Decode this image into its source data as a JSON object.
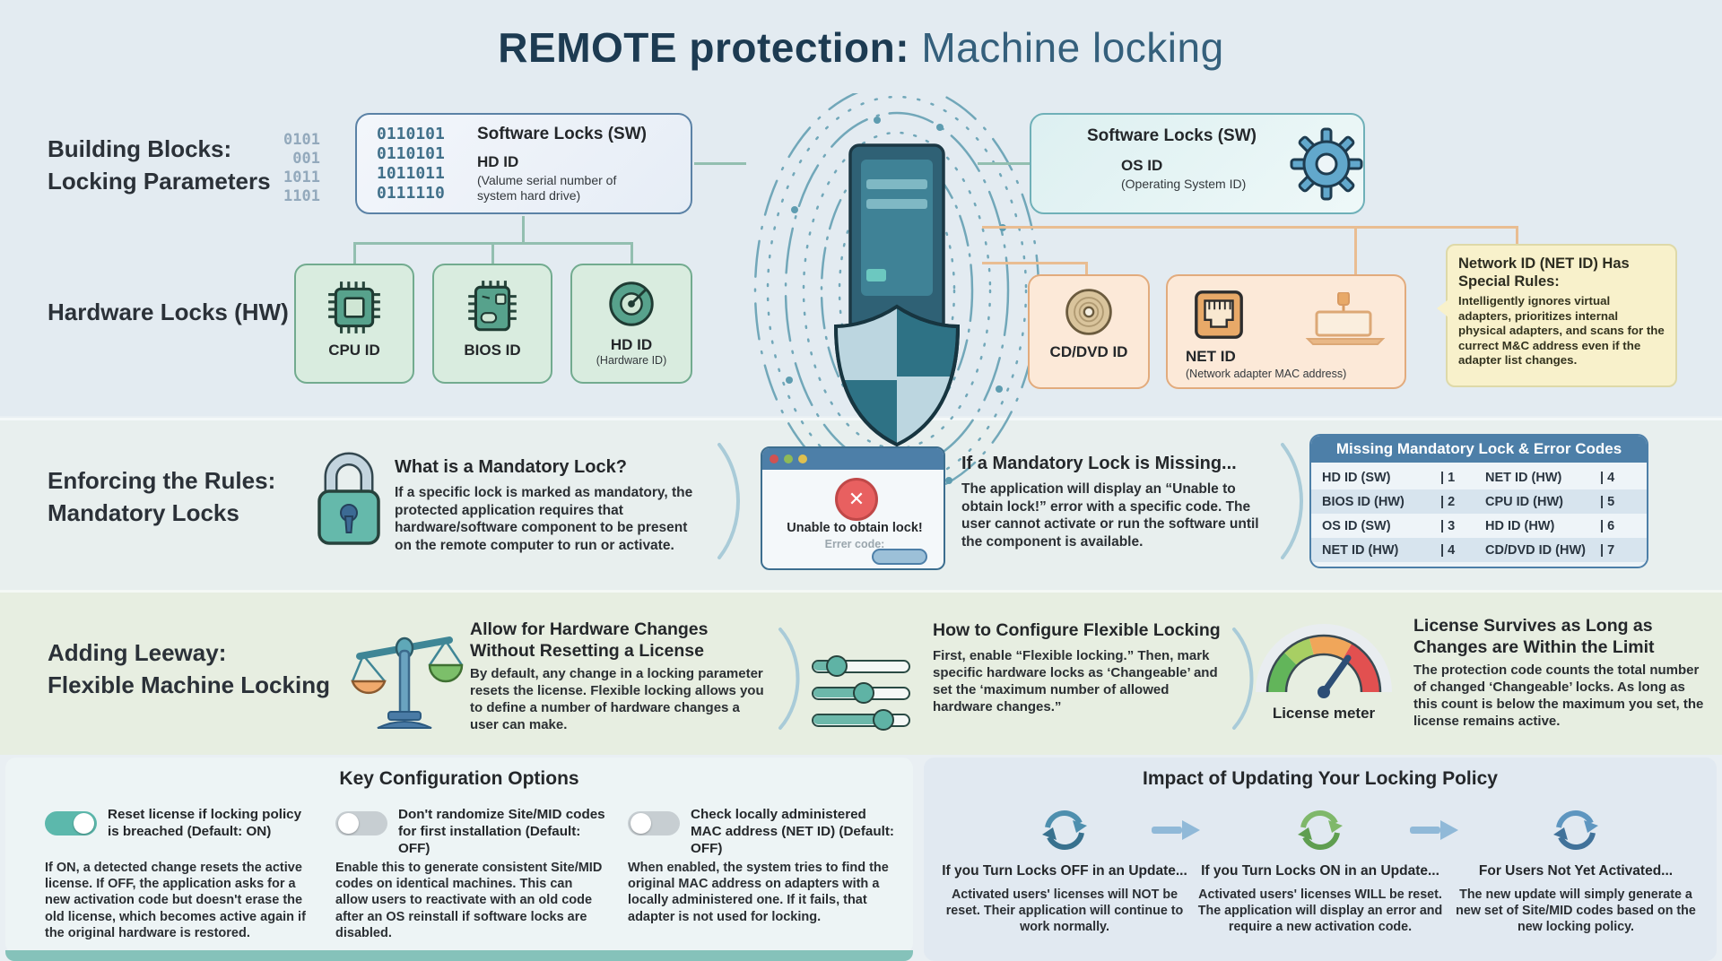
{
  "title": {
    "lead": "REMOTE protection:",
    "tail": " Machine locking"
  },
  "colors": {
    "accent_teal": "#2a7d8c",
    "title_navy": "#1d3b52",
    "table_header_blue": "#4d7fa8",
    "hw_green": "#72ab8f",
    "peripheral_orange": "#e2ab7d",
    "callout_yellow": "#f8f1cb",
    "toggle_on": "#5cb8ac",
    "toggle_off": "#c7ced2",
    "error_red": "#e86060"
  },
  "icons": [
    "binary-decor",
    "cpu-chip-icon",
    "bios-chip-icon",
    "hard-drive-icon",
    "gear-icon",
    "fingerprint-shield-illustration",
    "cd-dvd-icon",
    "ethernet-port-icon",
    "laptop-icon",
    "padlock-icon",
    "error-dialog",
    "chevron-separator-icon",
    "scales-icon",
    "sliders-icon",
    "gauge-icon",
    "toggle-switch",
    "refresh-arrows-icon",
    "arrow-right-icon"
  ],
  "bb": {
    "label1": "Building Blocks:",
    "label2": "Locking Parameters",
    "decor": [
      "0101",
      "001",
      "1011",
      "1101"
    ],
    "sw_hd": {
      "binary": [
        "0110101",
        "0110101",
        "1011011",
        "0111110"
      ],
      "heading": "Software Locks (SW)",
      "item": "HD ID",
      "note": "(Valume serial number of system hard drive)"
    },
    "sw_os": {
      "heading": "Software Locks (SW)",
      "item": "OS ID",
      "note": "(Operating System ID)"
    },
    "hw_label": "Hardware Locks (HW)",
    "hw": [
      {
        "label": "CPU ID"
      },
      {
        "label": "BIOS ID"
      },
      {
        "label": "HD ID",
        "note": "(Hardware ID)"
      }
    ],
    "periph": [
      {
        "label": "CD/DVD ID"
      },
      {
        "label": "NET ID",
        "note": "(Network adapter MAC address)"
      }
    ],
    "callout": {
      "heading": "Network ID (NET ID) Has Special Rules:",
      "body": "Intelligently ignores virtual adapters, prioritizes internal physical adapters, and scans for the currect M&C address even if the adapter list changes."
    }
  },
  "md": {
    "label1": "Enforcing the Rules:",
    "label2": "Mandatory Locks",
    "what": {
      "heading": "What is a Mandatory Lock?",
      "body": "If a specific lock is marked as mandatory, the protected application requires that hardware/software component to be present on the remote computer to run or activate."
    },
    "dialog": {
      "message": "Unable to obtain lock!",
      "sub": "Errer code:"
    },
    "missing": {
      "heading": "If a Mandatory Lock is Missing...",
      "body": "The application will display an “Unable to obtain lock!” error with a specific code. The user cannot activate or run the software until the component is available."
    },
    "table": {
      "title": "Missing Mandatory Lock & Error Codes",
      "rows": [
        {
          "l_name": "HD ID (SW)",
          "l_code": "| 1",
          "r_name": "NET ID (HW)",
          "r_code": "| 4"
        },
        {
          "l_name": "BIOS ID (HW)",
          "l_code": "| 2",
          "r_name": "CPU ID (HW)",
          "r_code": "| 5"
        },
        {
          "l_name": "OS ID (SW)",
          "l_code": "| 3",
          "r_name": "HD ID (HW)",
          "r_code": "| 6"
        },
        {
          "l_name": "NET ID (HW)",
          "l_code": "| 4",
          "r_name": "CD/DVD ID (HW)",
          "r_code": "| 7"
        }
      ]
    }
  },
  "fx": {
    "label1": "Adding Leeway:",
    "label2": "Flexible Machine Locking",
    "allow": {
      "heading": "Allow for Hardware Changes Without Resetting a License",
      "body": "By default, any change in a locking parameter resets the license. Flexible locking allows you to define a number of hardware changes a user can make."
    },
    "config": {
      "heading": "How to Configure Flexible Locking",
      "body": "First, enable “Flexible locking.” Then, mark specific hardware locks as ‘Changeable’ and set the ‘maximum number of allowed hardware changes.”"
    },
    "survive": {
      "heading": "License Survives as Long as Changes are Within the Limit",
      "body": "The protection code counts the total number of changed ‘Changeable’ locks. As long as this count is below the maximum you set, the license remains active."
    },
    "meter_label": "License meter"
  },
  "ko": {
    "title": "Key Configuration Options",
    "items": [
      {
        "state": "on",
        "label": "Reset license if locking policy is breached (Default: ON)",
        "body": "If ON, a detected change resets the active license. If OFF, the application asks for a new activation code but doesn't erase the old license, which becomes active again if the original hardware is restored."
      },
      {
        "state": "off",
        "label": "Don't randomize Site/MID codes for first installation (Default: OFF)",
        "body": "Enable this to generate consistent Site/MID codes on identical machines. This can allow users to reactivate with an old code after an OS reinstall if software locks are disabled."
      },
      {
        "state": "off",
        "label": "Check locally administered MAC address (NET ID) (Default: OFF)",
        "body": "When enabled, the system tries to find the original MAC address on adapters with a locally administered one. If it fails, that adapter is not used for locking."
      }
    ]
  },
  "im": {
    "title": "Impact of Updating Your Locking Policy",
    "cols": [
      {
        "heading": "If you Turn Locks OFF in an Update...",
        "body": "Activated users' licenses will NOT be reset. Their application will continue to work normally."
      },
      {
        "heading": "If you Turn Locks ON in an Update...",
        "body": "Activated users' licenses WILL be reset. The application will display an error and require a new activation code."
      },
      {
        "heading": "For Users Not Yet Activated...",
        "body": "The new update will simply generate a new set of Site/MID codes based on the new locking policy."
      }
    ]
  }
}
